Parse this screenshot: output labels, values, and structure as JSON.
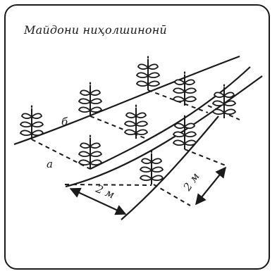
{
  "title": "Майдони ниҳолшинонӣ",
  "labels": {
    "row_b": "б",
    "row_a": "а",
    "dist_row": "2 м",
    "dist_plant": "2 м"
  }
}
